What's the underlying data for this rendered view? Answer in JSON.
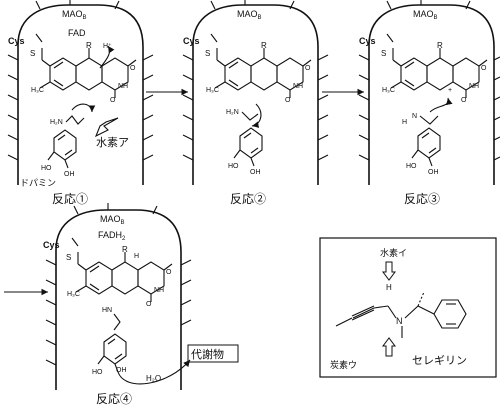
{
  "enzyme": "MAO",
  "enzyme_sub": "B",
  "cofactor_ox": "FAD",
  "cofactor_red": "FADH",
  "cofactor_red_sub": "2",
  "cys": "Cys",
  "s_atom": "S",
  "r_group": "R",
  "h3c": "H₃C",
  "n": "N",
  "h": "H",
  "o": "O",
  "nh": "NH",
  "h2n": "H₂N",
  "hn": "HN",
  "hh": "H",
  "ho": "HO",
  "oh": "OH",
  "h_plus": "H⁺",
  "plus": "+",
  "dopamine_label": "ドパミン",
  "hydrogen_a": "水素ア",
  "hydrogen_i": "水素イ",
  "carbon_u": "炭素ウ",
  "selegiline": "セレギリン",
  "metabolite": "代謝物",
  "water": "H₂O",
  "reactions": [
    "反応①",
    "反応②",
    "反応③",
    "反応④"
  ]
}
